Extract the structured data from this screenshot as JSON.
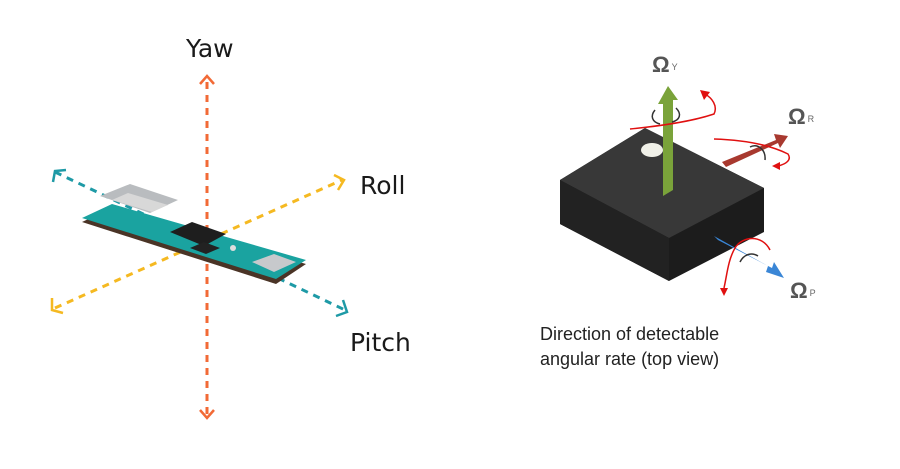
{
  "left_diagram": {
    "axes": [
      {
        "name": "Yaw",
        "color": "#f26a36"
      },
      {
        "name": "Roll",
        "color": "#f5b921"
      },
      {
        "name": "Pitch",
        "color": "#1e9aa6"
      }
    ],
    "board": {
      "pcb_color": "#1aa3a0",
      "chip_color": "#1e1e1e"
    }
  },
  "right_diagram": {
    "labels": {
      "yaw": {
        "symbol": "Ω",
        "sub": "Y"
      },
      "roll": {
        "symbol": "Ω",
        "sub": "R"
      },
      "pitch": {
        "symbol": "Ω",
        "sub": "P"
      }
    },
    "colors": {
      "yaw_arrow": "#7aa33a",
      "roll_arrow": "#a8392f",
      "pitch_arrow": "#3a86d6",
      "rotation": "#e01010",
      "chip": "#2a2a2a"
    },
    "caption_line1": "Direction of detectable",
    "caption_line2": "angular rate (top view)"
  }
}
